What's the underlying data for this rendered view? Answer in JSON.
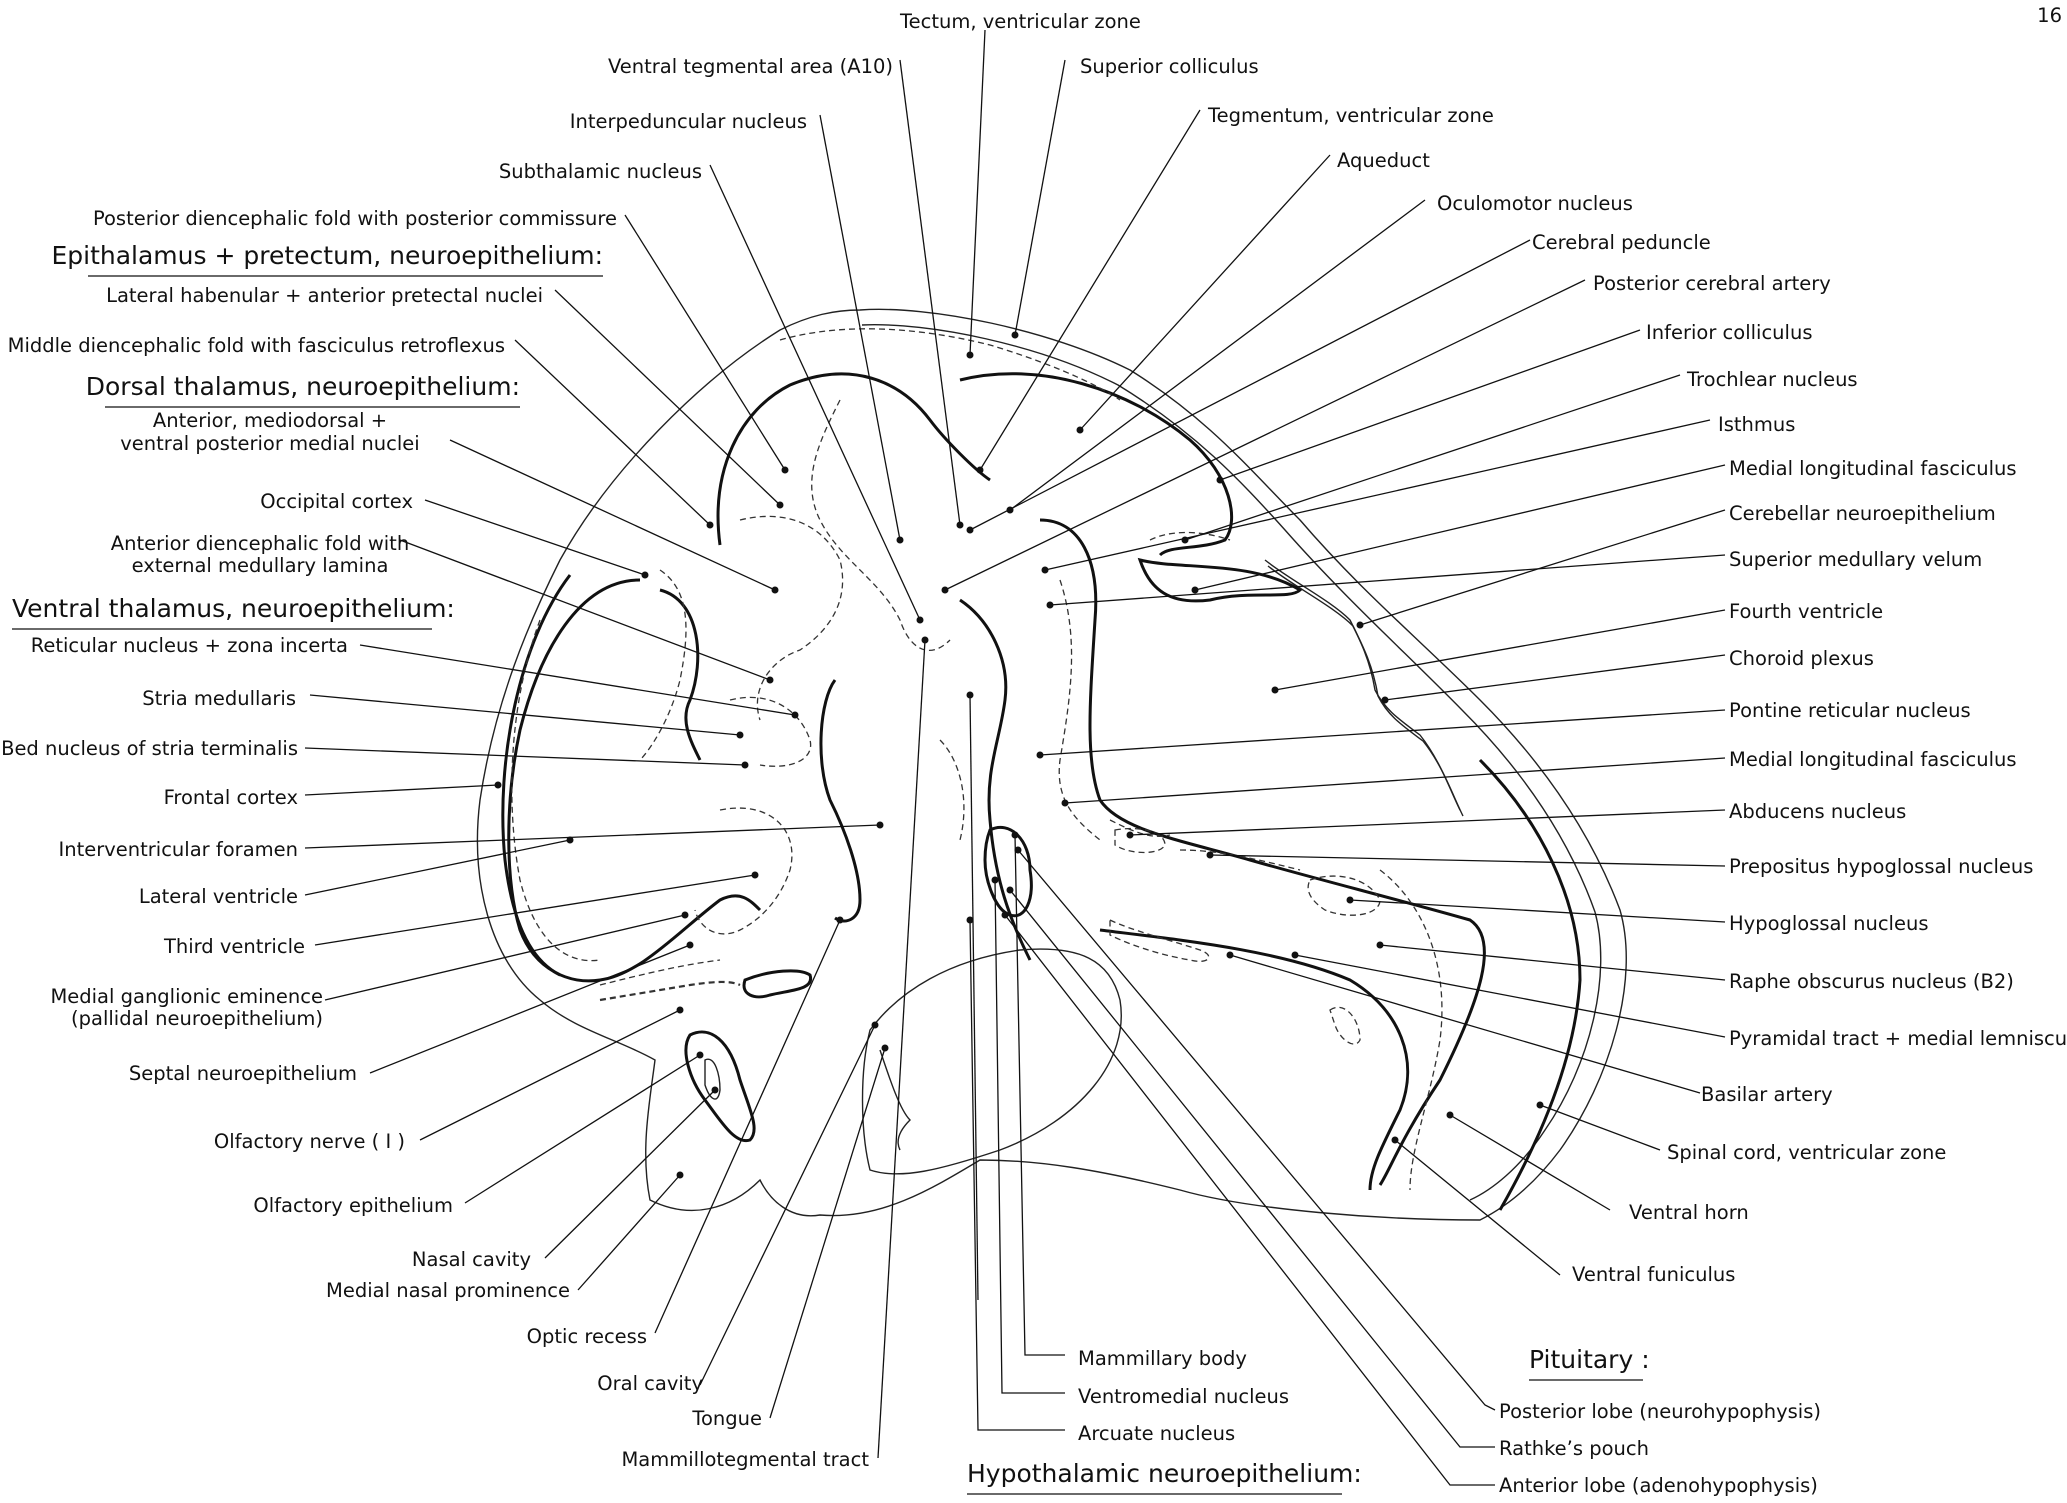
{
  "page_number": "16",
  "headers": {
    "epithalamus": "Epithalamus + pretectum, neuroepithelium:",
    "dorsal_thalamus": "Dorsal thalamus, neuroepithelium:",
    "ventral_thalamus": "Ventral thalamus, neuroepithelium:",
    "hypothalamic": "Hypothalamic neuroepithelium:",
    "pituitary": "Pituitary :"
  },
  "labels": {
    "tectum_vz": "Tectum, ventricular zone",
    "vta": "Ventral tegmental area (A10)",
    "superior_colliculus": "Superior colliculus",
    "interpeduncular": "Interpeduncular nucleus",
    "tegmentum_vz": "Tegmentum, ventricular zone",
    "aqueduct": "Aqueduct",
    "subthalamic": "Subthalamic nucleus",
    "oculomotor": "Oculomotor nucleus",
    "post_dienc_fold": "Posterior diencephalic fold with posterior commissure",
    "cerebral_peduncle": "Cerebral peduncle",
    "lat_habenular": "Lateral habenular + anterior pretectal nuclei",
    "post_cerebral_artery": "Posterior cerebral artery",
    "mid_dienc_fold": "Middle diencephalic fold with fasciculus retroflexus",
    "inferior_colliculus": "Inferior colliculus",
    "trochlear": "Trochlear nucleus",
    "anterior_md_1": "Anterior, mediodorsal +",
    "anterior_md_2": "ventral posterior medial nuclei",
    "isthmus": "Isthmus",
    "mlf_upper": "Medial longitudinal fasciculus",
    "occipital_cortex": "Occipital cortex",
    "cerebellar_ne": "Cerebellar neuroepithelium",
    "ant_dienc_fold_1": "Anterior diencephalic fold with",
    "ant_dienc_fold_2": "external medullary lamina",
    "sup_medullary_velum": "Superior medullary velum",
    "fourth_ventricle": "Fourth ventricle",
    "reticular": "Reticular nucleus + zona incerta",
    "choroid_plexus": "Choroid plexus",
    "stria_medullaris": "Stria medullaris",
    "pontine_reticular": "Pontine reticular nucleus",
    "bed_nucleus": "Bed nucleus of stria terminalis",
    "mlf_lower": "Medial longitudinal fasciculus",
    "frontal_cortex": "Frontal cortex",
    "abducens": "Abducens nucleus",
    "interventricular_foramen": "Interventricular foramen",
    "prepositus": "Prepositus hypoglossal nucleus",
    "lateral_ventricle": "Lateral ventricle",
    "hypoglossal": "Hypoglossal nucleus",
    "third_ventricle": "Third ventricle",
    "raphe_obscurus": "Raphe obscurus nucleus (B2)",
    "mge_1": "Medial ganglionic eminence",
    "mge_2": "(pallidal neuroepithelium)",
    "pyramidal_tract": "Pyramidal tract + medial lemniscus",
    "septal_ne": "Septal neuroepithelium",
    "basilar_artery": "Basilar artery",
    "olfactory_nerve": "Olfactory nerve ( I )",
    "spinal_cord_vz": "Spinal cord, ventricular zone",
    "olfactory_epithelium": "Olfactory epithelium",
    "ventral_horn": "Ventral horn",
    "nasal_cavity": "Nasal cavity",
    "ventral_funiculus": "Ventral funiculus",
    "medial_nasal_prominence": "Medial nasal prominence",
    "optic_recess": "Optic recess",
    "mammillary_body": "Mammillary body",
    "oral_cavity": "Oral cavity",
    "ventromedial": "Ventromedial nucleus",
    "tongue": "Tongue",
    "posterior_lobe": "Posterior lobe (neurohypophysis)",
    "arcuate": "Arcuate nucleus",
    "rathke": "Rathke’s pouch",
    "mammillotegmental": "Mammillotegmental tract",
    "anterior_lobe": "Anterior lobe (adenohypophysis)"
  }
}
